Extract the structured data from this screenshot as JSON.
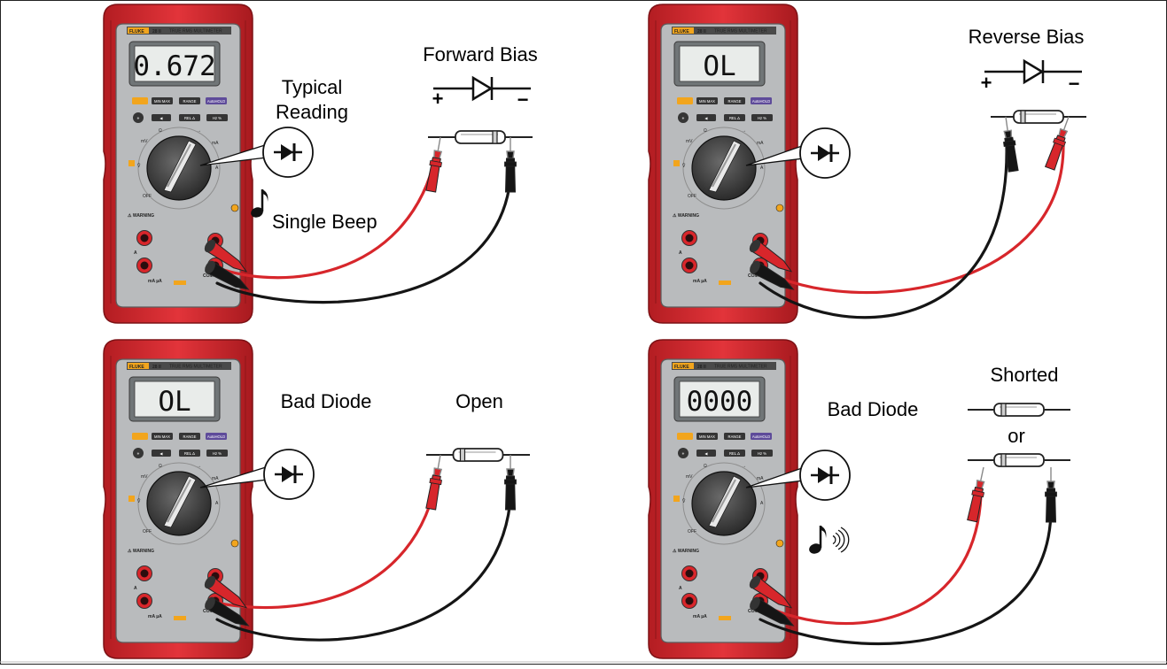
{
  "panels": [
    {
      "display": "0.672",
      "sign_label": "Typical\nReading",
      "sign_lines": [
        "Typical",
        "Reading"
      ],
      "title": "Forward Bias",
      "sound": "Single Beep",
      "polarity": [
        "+",
        "−"
      ],
      "leads": "forward"
    },
    {
      "display": "OL",
      "title": "Reverse Bias",
      "polarity": [
        "+",
        "−"
      ],
      "leads": "reverse"
    },
    {
      "display": "OL",
      "label": "Bad Diode",
      "title": "Open",
      "leads": "open"
    },
    {
      "display": "0000",
      "label": "Bad Diode",
      "title": "Shorted",
      "or_text": "or",
      "leads": "shorted",
      "sound_icon": "continuous-beep-icon"
    }
  ],
  "meter": {
    "brand": "FLUKE",
    "model": "28 II",
    "model_text": "TRUE RMS MULTIMETER",
    "buttons": [
      "MIN MAX",
      "RANGE",
      "AutoHOLD",
      "REL Δ",
      "Hz %"
    ],
    "terminal_labels": [
      "A",
      "mA µA",
      "COM"
    ],
    "colors": {
      "body": "#d9262b",
      "face": "#b9bbbd",
      "lcd": "#e9ecea",
      "brand": "#f2a51d",
      "lead_red": "#d7262b",
      "lead_black": "#151515"
    }
  },
  "icons": [
    "diode-symbol-icon",
    "music-note-icon",
    "continuous-beep-icon"
  ]
}
